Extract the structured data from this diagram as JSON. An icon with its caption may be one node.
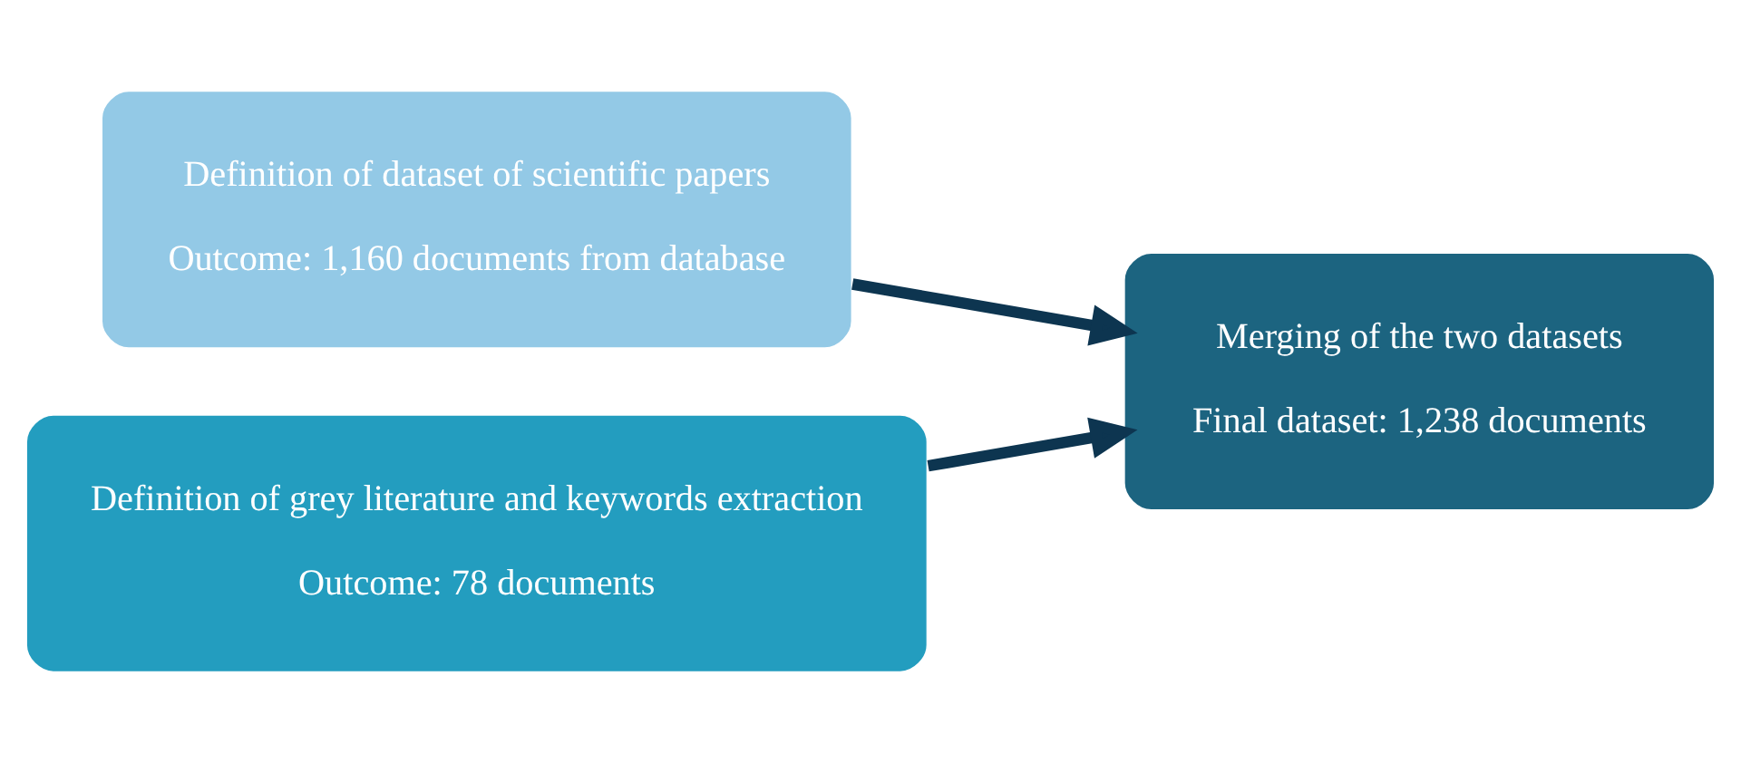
{
  "diagram": {
    "nodes": [
      {
        "text": [
          "Definition of dataset of scientific papers",
          "Outcome: 1,160 documents from database"
        ]
      },
      {
        "text": [
          "Definition of grey literature and keywords extraction",
          "Outcome: 78 documents"
        ]
      },
      {
        "text": [
          "Merging of the two datasets",
          "Final dataset: 1,238 documents"
        ]
      }
    ],
    "edges": [
      {
        "from": 0,
        "to": 2,
        "arrow": "to"
      },
      {
        "from": 1,
        "to": 2,
        "arrow": "to"
      }
    ]
  }
}
